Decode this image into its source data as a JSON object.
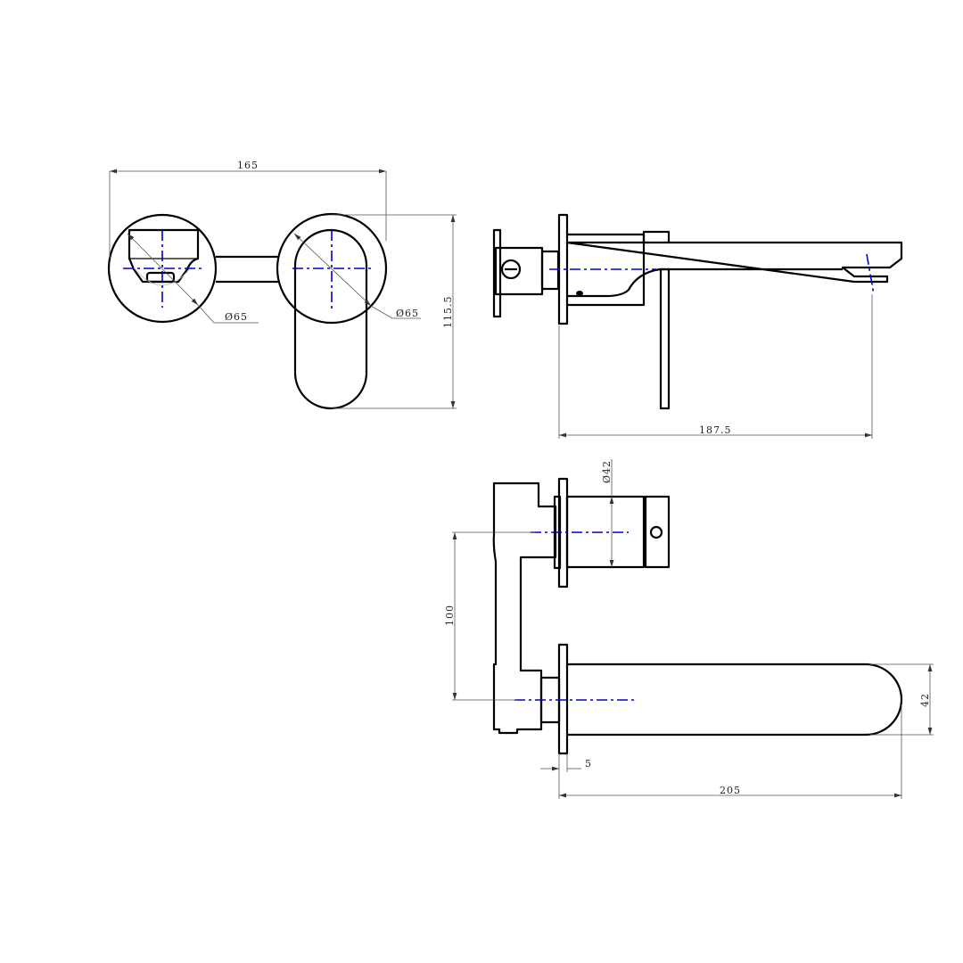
{
  "dimensions": {
    "front_width": "165",
    "front_height": "115.5",
    "plate_diameter_left": "Ø65",
    "plate_diameter_right": "Ø65",
    "side_projection": "187.5",
    "mixer_body_diameter": "Ø42",
    "centre_distance": "100",
    "spout_width": "42",
    "plate_thickness": "5",
    "spout_projection": "205"
  },
  "colors": {
    "outline": "#000000",
    "centerline": "#0000cc",
    "dimension": "#555555"
  }
}
